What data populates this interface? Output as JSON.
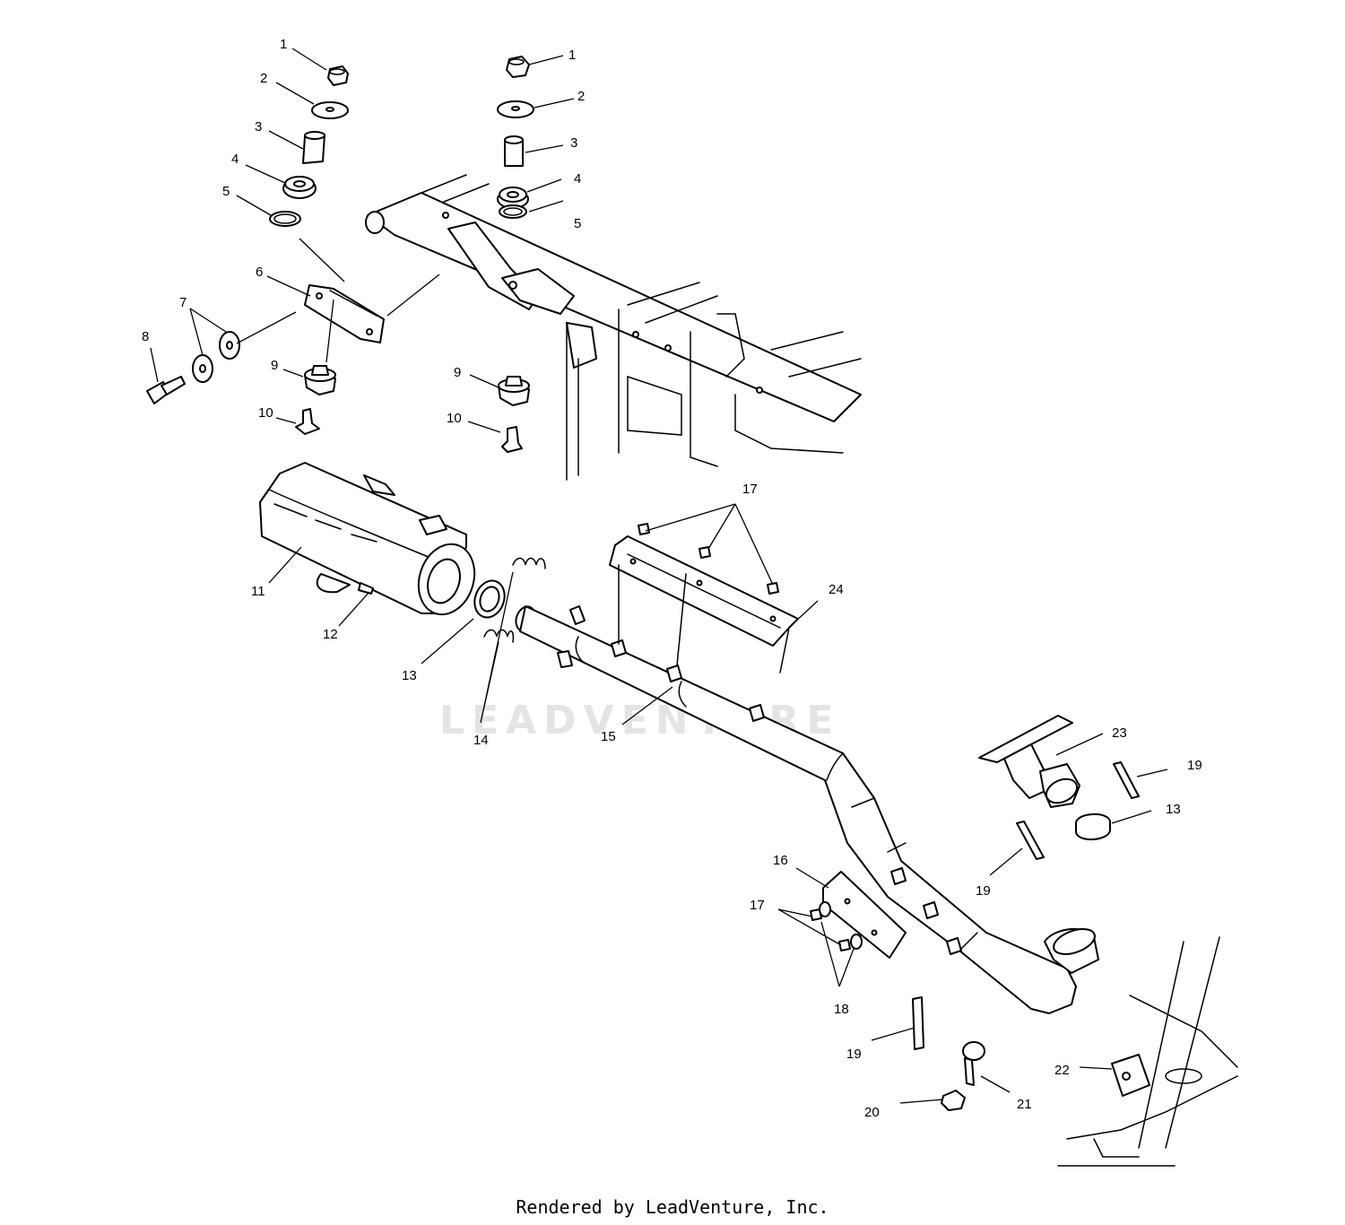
{
  "watermark": "LEADVENTURE",
  "footer": "Rendered by LeadVenture, Inc.",
  "callouts": {
    "c1a": "1",
    "c1b": "1",
    "c2a": "2",
    "c2b": "2",
    "c3a": "3",
    "c3b": "3",
    "c4a": "4",
    "c4b": "4",
    "c5a": "5",
    "c5b": "5",
    "c6": "6",
    "c7": "7",
    "c8": "8",
    "c9a": "9",
    "c9b": "9",
    "c10a": "10",
    "c10b": "10",
    "c11": "11",
    "c12": "12",
    "c13a": "13",
    "c13b": "13",
    "c14": "14",
    "c15": "15",
    "c16": "16",
    "c17a": "17",
    "c17b": "17",
    "c18": "18",
    "c19a": "19",
    "c19b": "19",
    "c19c": "19",
    "c20": "20",
    "c21": "21",
    "c22": "22",
    "c23": "23",
    "c24": "24"
  }
}
